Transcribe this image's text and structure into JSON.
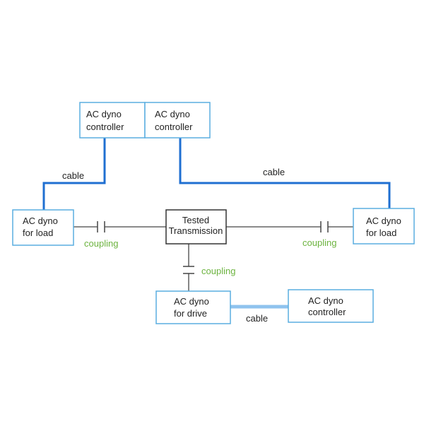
{
  "colors": {
    "box_border": "#5aaee0",
    "center_border": "#333333",
    "cable": "#1f6fd1",
    "cable_light": "#8fc3ee",
    "shaft": "#444444",
    "coupling_text": "#6cb33f"
  },
  "nodes": {
    "controller_left": {
      "line1": "AC dyno",
      "line2": "controller"
    },
    "controller_right": {
      "line1": "AC dyno",
      "line2": "controller"
    },
    "load_left": {
      "line1": "AC dyno",
      "line2": "for load"
    },
    "transmission": {
      "line1": "Tested",
      "line2": "Transmission"
    },
    "load_right": {
      "line1": "AC dyno",
      "line2": "for load"
    },
    "drive": {
      "line1": "AC dyno",
      "line2": "for drive"
    },
    "controller_bottom": {
      "line1": "AC dyno",
      "line2": "controller"
    }
  },
  "labels": {
    "cable_left": "cable",
    "cable_right": "cable",
    "cable_bottom": "cable",
    "coupling_left": "coupling",
    "coupling_right": "coupling",
    "coupling_bottom": "coupling"
  }
}
